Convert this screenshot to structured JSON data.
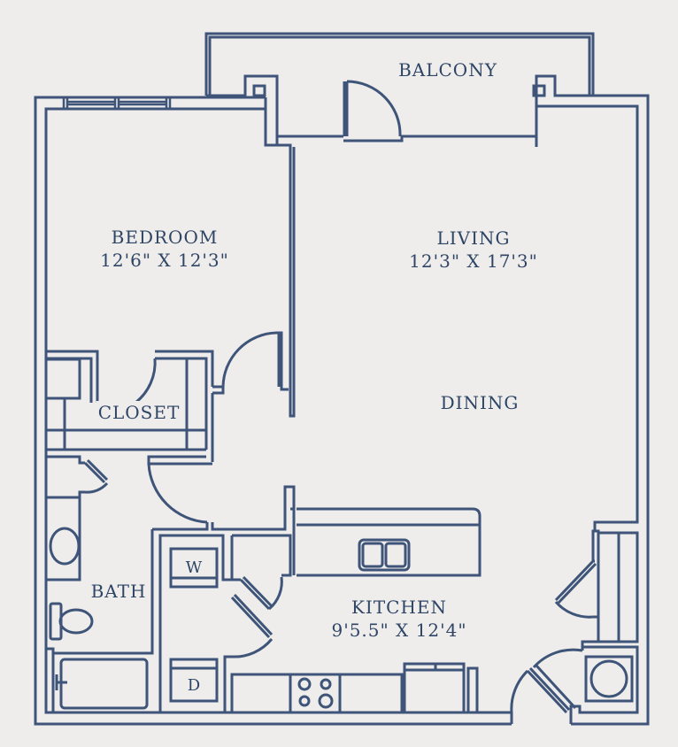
{
  "floorplan": {
    "colors": {
      "background": "#eeedeb",
      "line": "#3e5478",
      "text": "#2f4566"
    },
    "rooms": {
      "balcony": {
        "name": "BALCONY"
      },
      "bedroom": {
        "name": "BEDROOM",
        "dimensions": "12'6\" X 12'3\""
      },
      "living": {
        "name": "LIVING",
        "dimensions": "12'3\" X 17'3\""
      },
      "dining": {
        "name": "DINING"
      },
      "closet": {
        "name": "CLOSET"
      },
      "bath": {
        "name": "BATH"
      },
      "kitchen": {
        "name": "KITCHEN",
        "dimensions": "9'5.5\" X 12'4\""
      }
    },
    "appliances": {
      "washer": "W",
      "dryer": "D"
    }
  }
}
